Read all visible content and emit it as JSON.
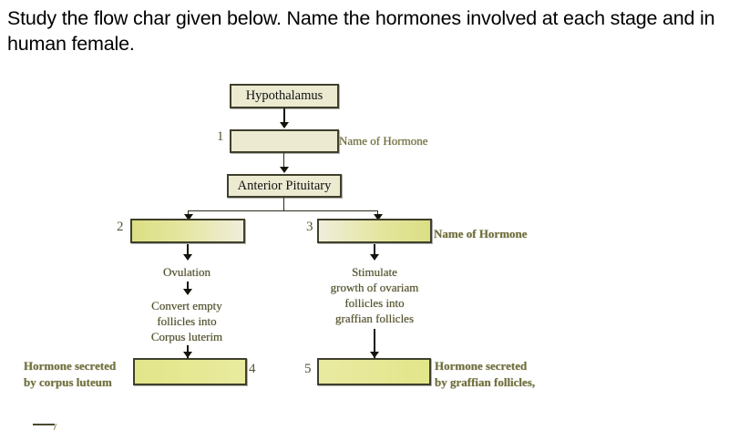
{
  "question": {
    "text": "Study the flow char given below. Name the hormones involved at each stage and in human female."
  },
  "flowchart": {
    "title": "hormone-flow-chart",
    "nodes": {
      "hypothalamus": "Hypothalamus",
      "blank1": "",
      "anterior_pituitary": "Anterior Pituitary",
      "blank2": "",
      "blank3": "",
      "blank4": "",
      "blank5": ""
    },
    "numbers": {
      "one": "1",
      "two": "2",
      "three": "3",
      "four": "4",
      "five": "5"
    },
    "side_labels": {
      "hormone_name_1": "Name of Hormone",
      "hormone_name_2": "Name of Hormone",
      "corpus_luteum": "Hormone secreted\nby corpus luteum",
      "corpus_luteum_line1": "Hormone secreted",
      "corpus_luteum_line2": "by corpus luteum",
      "graffian": "Hormone secreted\nby graffian follicles,",
      "graffian_line1": "Hormone secreted",
      "graffian_line2": "by graffian follicles,"
    },
    "left_branch": {
      "step1": "Ovulation",
      "step2_line1": "Convert empty",
      "step2_line2": "follicles into",
      "step2_line3": "Corpus luterim"
    },
    "right_branch": {
      "step1_line1": "Stimulate",
      "step1_line2": "growth of ovariam",
      "step1_line3": "follicles into",
      "step1_line4": "graffian follicles"
    }
  },
  "colors": {
    "box_border": "#3f3f2b",
    "box_fill_cream": "#ecebd2",
    "box_fill_yellow": "#e2e589",
    "label_olive": "#6f6e3a",
    "text_black": "#000000"
  }
}
